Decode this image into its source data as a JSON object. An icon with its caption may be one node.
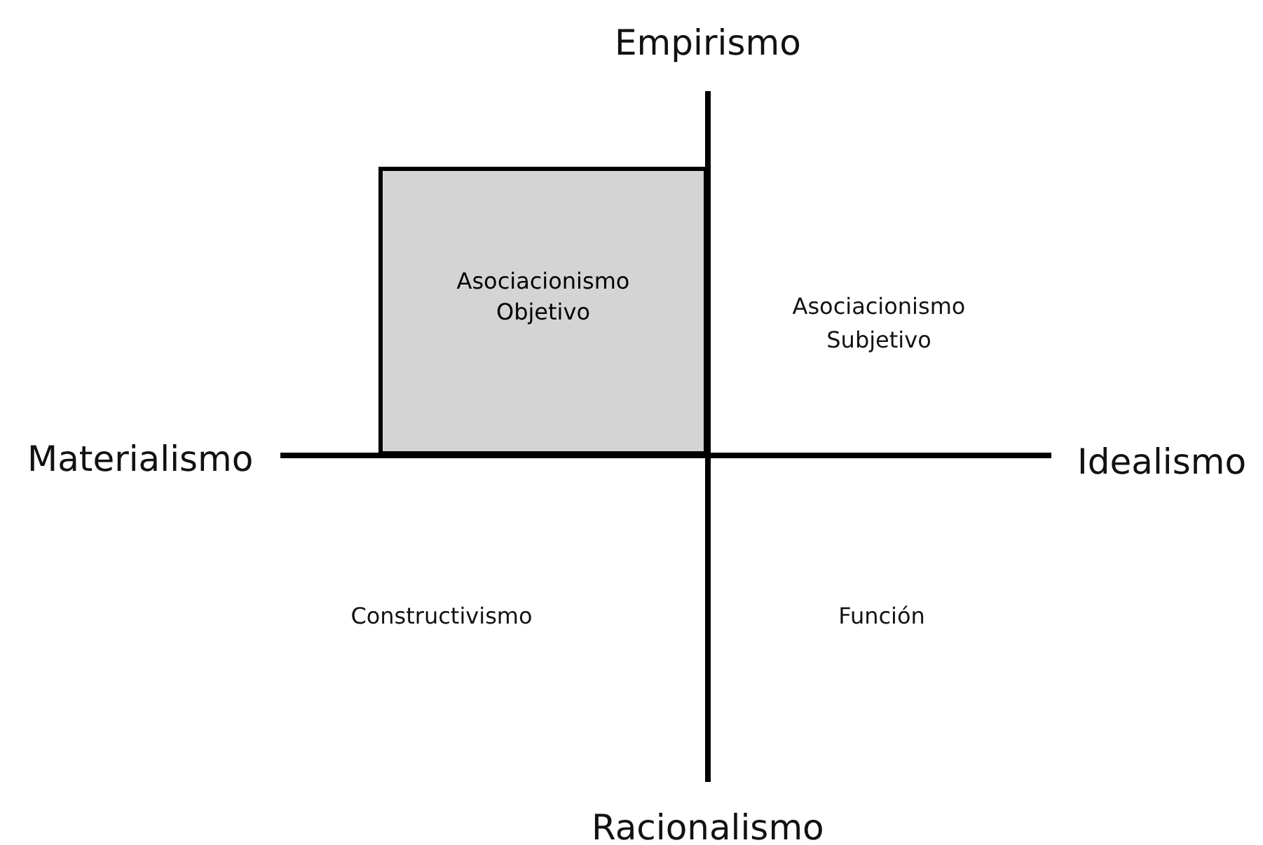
{
  "diagram": {
    "nodes": [
      {
        "text": [
          "Asociacionismo Objetivo"
        ]
      }
    ],
    "labels": [
      "Empirismo",
      "Asociacionismo Subjetivo",
      "Materialismo",
      "Idealismo",
      "Constructivismo",
      "Función",
      "Racionalismo"
    ]
  }
}
